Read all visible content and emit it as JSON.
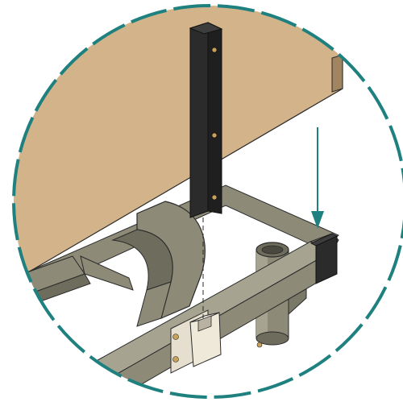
{
  "figure": {
    "kind": "assembly-detail-callout",
    "colors": {
      "callout_border": "#1f8080",
      "arrow": "#1f8080",
      "panel_wood": "#d3b48a",
      "panel_edge": "#a08560",
      "frame_tube": "#8d8b78",
      "frame_tube_dark": "#6e6c5c",
      "frame_tube_light": "#a6a491",
      "post": "#2b2b2b",
      "post_top": "#3d3d3d",
      "bracket": "#e6dfcf",
      "screw": "#c9a25a",
      "outline": "#2a2a2a",
      "dash_line": "#ffffff"
    },
    "parts": [
      {
        "id": "panel",
        "name": "wood-panel"
      },
      {
        "id": "post",
        "name": "black-square-post"
      },
      {
        "id": "frame",
        "name": "tube-frame"
      },
      {
        "id": "socket",
        "name": "round-socket"
      },
      {
        "id": "bracket",
        "name": "square-socket-bracket"
      },
      {
        "id": "arrow",
        "name": "insert-direction-arrow",
        "direction": "down"
      }
    ]
  }
}
